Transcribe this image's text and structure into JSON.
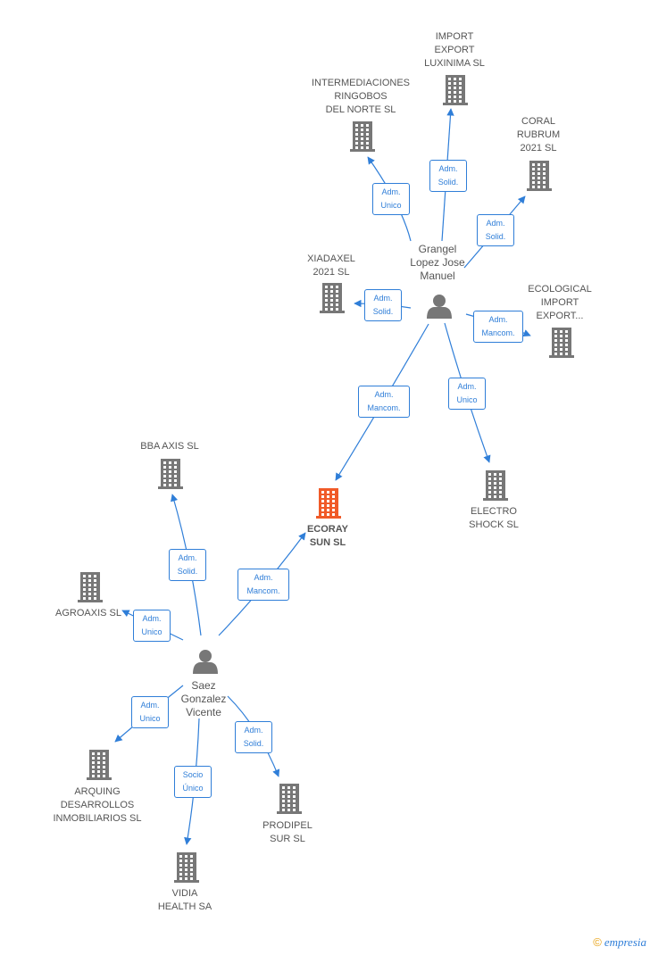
{
  "colors": {
    "edge": "#2f7ed8",
    "node": "#777777",
    "focus": "#f05a28",
    "label": "#555555"
  },
  "companies": [
    {
      "id": "intermediaciones",
      "label": "INTERMEDIACIONES\nRINGOBOS\nDEL NORTE  SL",
      "icon": "building-icon",
      "focus": false
    },
    {
      "id": "import",
      "label": "IMPORT\nEXPORT\nLUXINIMA  SL",
      "icon": "building-icon",
      "focus": false
    },
    {
      "id": "coral",
      "label": "CORAL\nRUBRUM\n2021  SL",
      "icon": "building-icon",
      "focus": false
    },
    {
      "id": "xiadaxel",
      "label": "XIADAXEL\n2021  SL",
      "icon": "building-icon",
      "focus": false
    },
    {
      "id": "ecological",
      "label": "ECOLOGICAL\nIMPORT\nEXPORT...",
      "icon": "building-icon",
      "focus": false
    },
    {
      "id": "electro",
      "label": "ELECTRO\nSHOCK  SL",
      "icon": "building-icon",
      "focus": false
    },
    {
      "id": "ecoray",
      "label": "ECORAY\nSUN  SL",
      "icon": "building-icon",
      "focus": true
    },
    {
      "id": "bba",
      "label": "BBA AXIS  SL",
      "icon": "building-icon",
      "focus": false
    },
    {
      "id": "agroaxis",
      "label": "AGROAXIS SL",
      "icon": "building-icon",
      "focus": false
    },
    {
      "id": "arquing",
      "label": "ARQUING\nDESARROLLOS\nINMOBILIARIOS SL",
      "icon": "building-icon",
      "focus": false
    },
    {
      "id": "vidia",
      "label": "VIDIA\nHEALTH SA",
      "icon": "building-icon",
      "focus": false
    },
    {
      "id": "prodipel",
      "label": "PRODIPEL\nSUR SL",
      "icon": "building-icon",
      "focus": false
    }
  ],
  "persons": [
    {
      "id": "grangel",
      "label": "Grangel\nLopez Jose\nManuel",
      "icon": "person-icon"
    },
    {
      "id": "saez",
      "label": "Saez\nGonzalez\nVicente",
      "icon": "person-icon"
    }
  ],
  "relations": [
    {
      "from": "grangel",
      "to": "intermediaciones",
      "label": "Adm.\nUnico"
    },
    {
      "from": "grangel",
      "to": "import",
      "label": "Adm.\nSolid."
    },
    {
      "from": "grangel",
      "to": "coral",
      "label": "Adm.\nSolid."
    },
    {
      "from": "grangel",
      "to": "xiadaxel",
      "label": "Adm.\nSolid."
    },
    {
      "from": "grangel",
      "to": "ecological",
      "label": "Adm.\nMancom."
    },
    {
      "from": "grangel",
      "to": "electro",
      "label": "Adm.\nUnico"
    },
    {
      "from": "grangel",
      "to": "ecoray",
      "label": "Adm.\nMancom."
    },
    {
      "from": "saez",
      "to": "ecoray",
      "label": "Adm.\nMancom."
    },
    {
      "from": "saez",
      "to": "bba",
      "label": "Adm.\nSolid."
    },
    {
      "from": "saez",
      "to": "agroaxis",
      "label": "Adm.\nUnico"
    },
    {
      "from": "saez",
      "to": "arquing",
      "label": "Adm.\nUnico"
    },
    {
      "from": "saez",
      "to": "vidia",
      "label": "Socio\nÚnico"
    },
    {
      "from": "saez",
      "to": "prodipel",
      "label": "Adm.\nSolid."
    }
  ],
  "footer": {
    "copyright_symbol": "©",
    "brand_initial": "e",
    "brand_rest": "mpresia"
  }
}
